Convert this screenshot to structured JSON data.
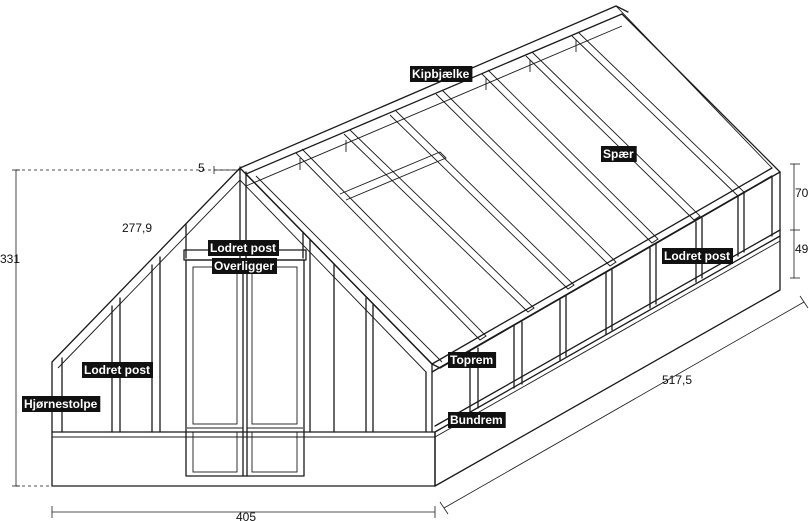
{
  "labels": {
    "kipbjaelke": "Kipbjælke",
    "spaer": "Spær",
    "lodret_post_gable": "Lodret post",
    "lodret_post_side": "Lodret post",
    "lodret_post_left": "Lodret post",
    "overligger": "Overligger",
    "toprem": "Toprem",
    "bundrem": "Bundrem",
    "hjornestolpe": "Hjørnestolpe"
  },
  "dimensions": {
    "height_total": "331",
    "offset_top": "5",
    "roof_slope": "277,9",
    "width_front": "405",
    "length_side": "517,5",
    "side_upper": "70",
    "side_lower": "49"
  }
}
